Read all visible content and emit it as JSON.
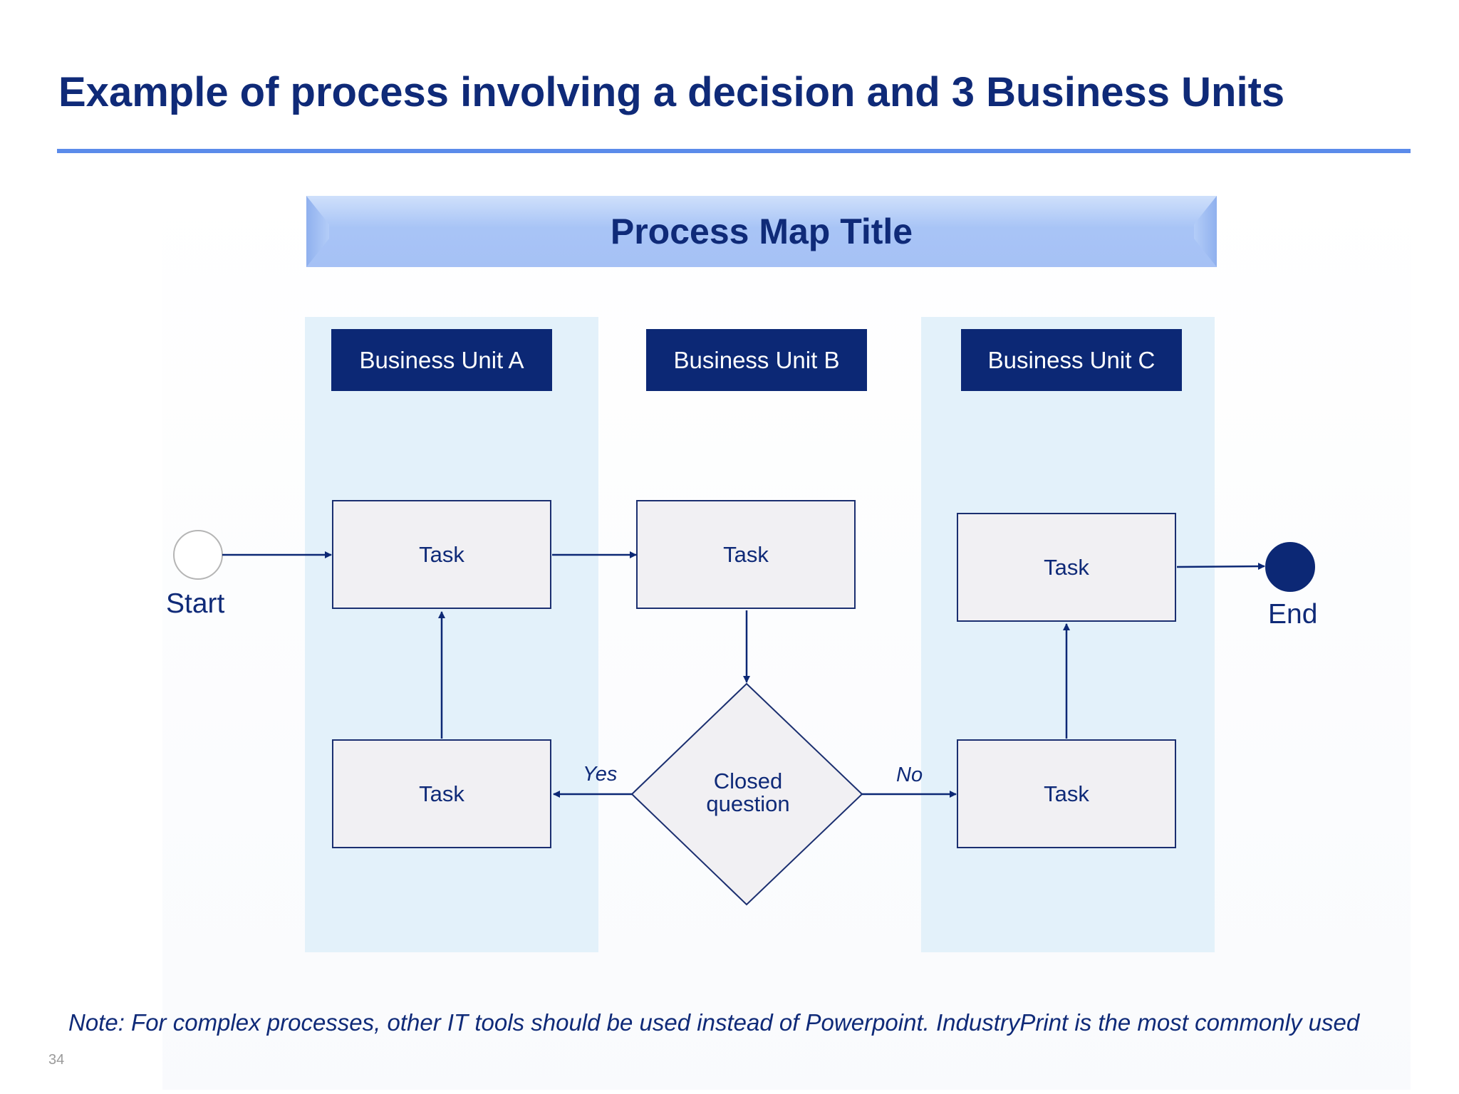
{
  "slide": {
    "title": "Example of process involving a decision and 3 Business Units",
    "page_number": "34",
    "note": "Note: For complex processes, other IT tools should be used instead of Powerpoint. IndustryPrint is the most commonly used"
  },
  "process_map": {
    "title": "Process Map Title",
    "business_units": [
      "Business Unit A",
      "Business Unit B",
      "Business Unit C"
    ],
    "start_label": "Start",
    "end_label": "End",
    "tasks": {
      "a_top": "Task",
      "a_bottom": "Task",
      "b_top": "Task",
      "c_top": "Task",
      "c_bottom": "Task"
    },
    "decision": {
      "line1": "Closed",
      "line2": "question"
    },
    "edge_labels": {
      "yes": "Yes",
      "no": "No"
    }
  },
  "colors": {
    "navy": "#0c2875",
    "title_text": "#0f2a78",
    "rule": "#5b8bea",
    "lane_fill": "#e3f1fa",
    "task_fill": "#f1f0f3",
    "title_bar": "#a8c4f6"
  }
}
